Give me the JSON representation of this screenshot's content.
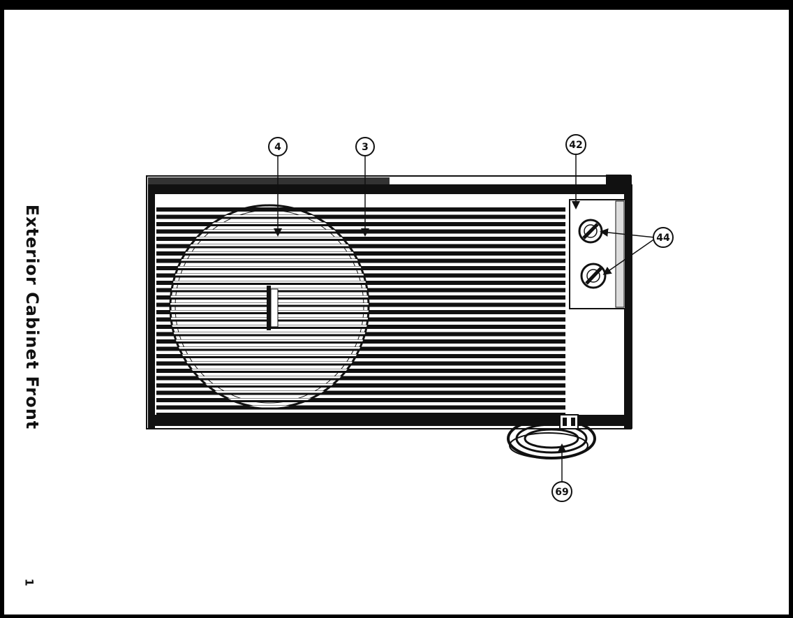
{
  "title": "Exterior Cabinet Front",
  "page_number": "1",
  "callouts": [
    {
      "id": "c4",
      "label": "4"
    },
    {
      "id": "c3",
      "label": "3"
    },
    {
      "id": "c42",
      "label": "42"
    },
    {
      "id": "c44",
      "label": "44"
    },
    {
      "id": "c69",
      "label": "69"
    }
  ]
}
